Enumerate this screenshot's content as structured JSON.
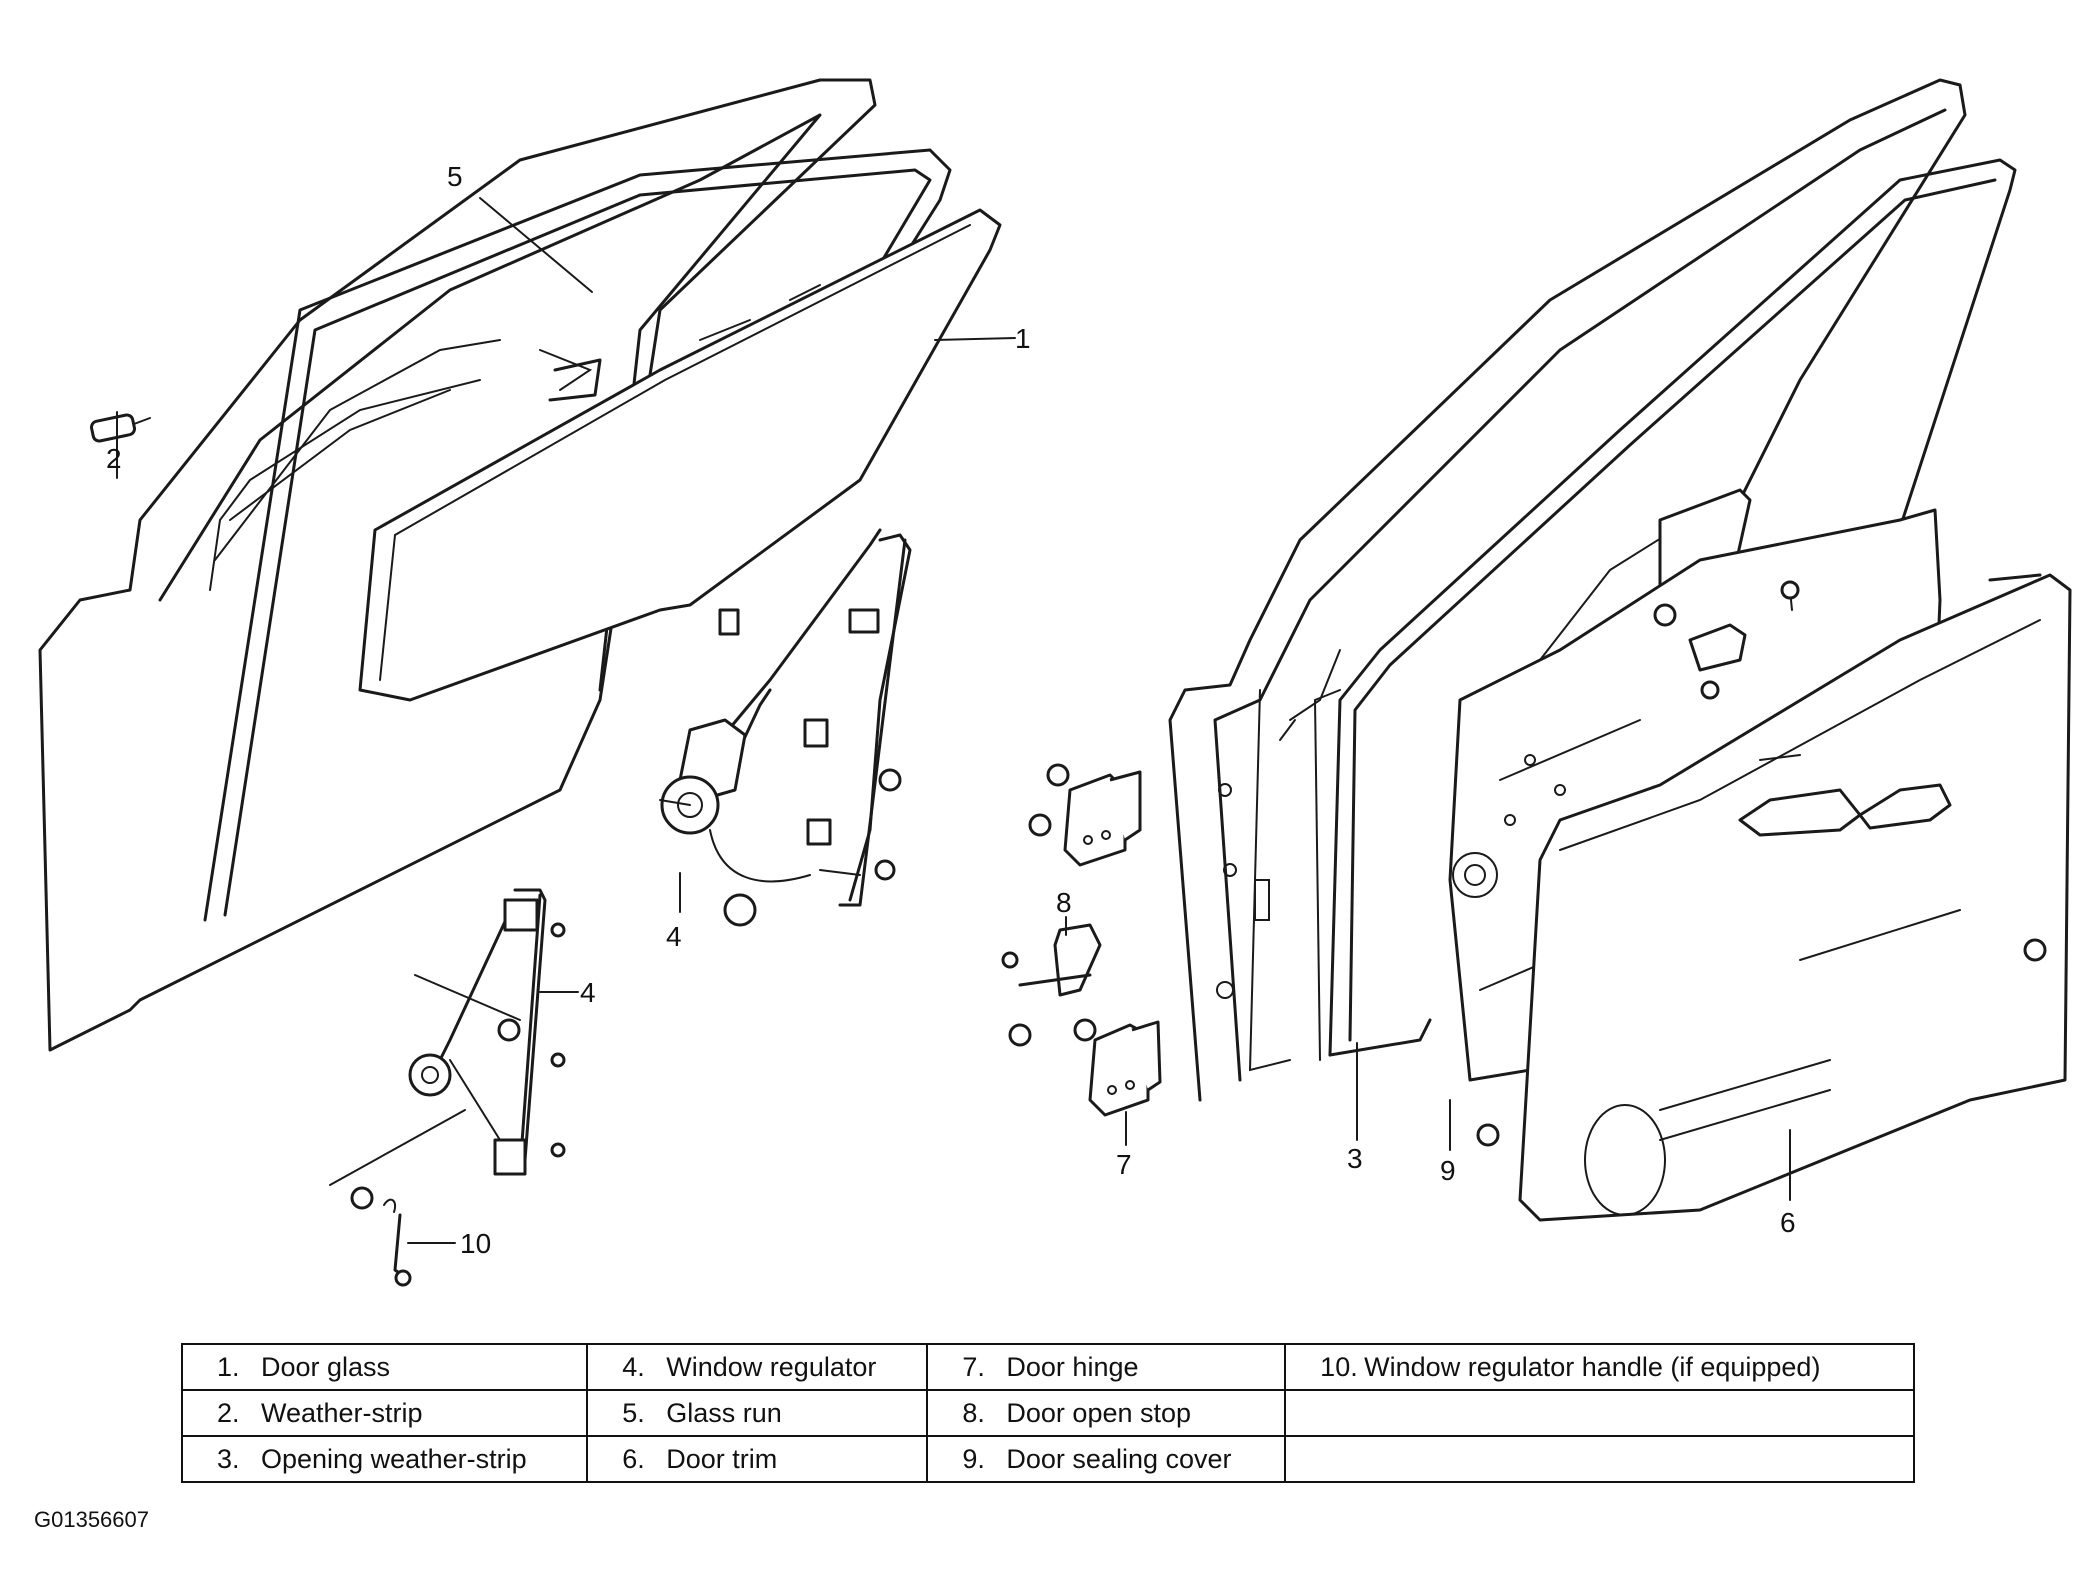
{
  "callouts": [
    {
      "id": "c1",
      "text": "1"
    },
    {
      "id": "c2",
      "text": "2"
    },
    {
      "id": "c3",
      "text": "3"
    },
    {
      "id": "c4a",
      "text": "4"
    },
    {
      "id": "c4b",
      "text": "4"
    },
    {
      "id": "c5",
      "text": "5"
    },
    {
      "id": "c6",
      "text": "6"
    },
    {
      "id": "c7",
      "text": "7"
    },
    {
      "id": "c8",
      "text": "8"
    },
    {
      "id": "c9",
      "text": "9"
    },
    {
      "id": "c10",
      "text": "10"
    }
  ],
  "legend": {
    "rows": [
      [
        {
          "num": "1.",
          "label": "Door glass"
        },
        {
          "num": "4.",
          "label": "Window regulator"
        },
        {
          "num": "7.",
          "label": "Door hinge"
        },
        {
          "num": "10.",
          "label": "Window regulator handle (if equipped)"
        }
      ],
      [
        {
          "num": "2.",
          "label": "Weather-strip"
        },
        {
          "num": "5.",
          "label": "Glass run"
        },
        {
          "num": "8.",
          "label": "Door open stop"
        },
        {
          "num": "",
          "label": ""
        }
      ],
      [
        {
          "num": "3.",
          "label": "Opening weather-strip"
        },
        {
          "num": "6.",
          "label": "Door trim"
        },
        {
          "num": "9.",
          "label": "Door sealing cover"
        },
        {
          "num": "",
          "label": ""
        }
      ]
    ]
  },
  "doc_code": "G01356607"
}
